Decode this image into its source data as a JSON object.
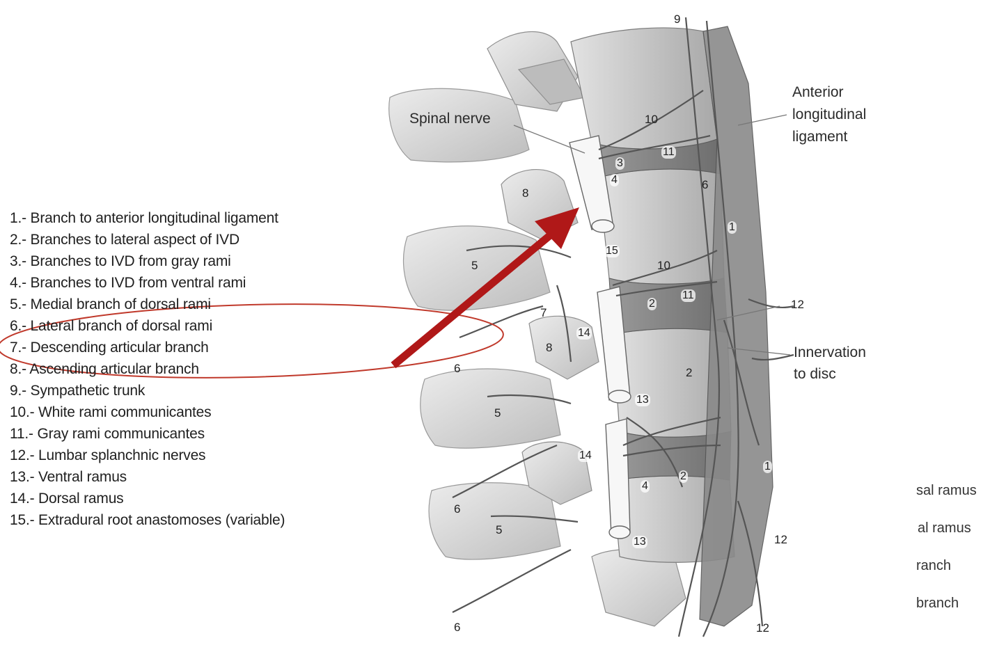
{
  "legend": [
    "1.- Branch to anterior longitudinal ligament",
    "2.- Branches to lateral aspect of IVD",
    "3.- Branches to IVD from gray rami",
    "4.- Branches to IVD from ventral rami",
    "5.- Medial branch of dorsal rami",
    "6.- Lateral branch of dorsal rami",
    "7.- Descending articular branch",
    "8.- Ascending articular branch",
    "9.- Sympathetic trunk",
    "10.- White rami communicantes",
    "11.- Gray rami communicantes",
    "12.- Lumbar splanchnic nerves",
    "13.- Ventral ramus",
    "14.- Dorsal ramus",
    "15.- Extradural root anastomoses (variable)"
  ],
  "labels": {
    "spinal_nerve": "Spinal nerve",
    "anterior_ligament": [
      "Anterior",
      "longitudinal",
      "ligament"
    ],
    "innervation": [
      "Innervation",
      "to disc"
    ]
  },
  "numbers": {
    "n9": "9",
    "n10a": "10",
    "n11a": "11",
    "n3": "3",
    "n4a": "4",
    "n6a": "6",
    "n8a": "8",
    "n1a": "1",
    "n5a": "5",
    "n15": "15",
    "n10b": "10",
    "n11b": "11",
    "n2a": "2",
    "n12a": "12",
    "n7": "7",
    "n14a": "14",
    "n8b": "8",
    "n6b": "6",
    "n2b": "2",
    "n13a": "13",
    "n5b": "5",
    "n14b": "14",
    "n4b": "4",
    "n2c": "2",
    "n1b": "1",
    "n6c": "6",
    "n5c": "5",
    "n13b": "13",
    "n12b": "12",
    "n6d": "6",
    "n12c": "12"
  },
  "cut_text": [
    "sal ramus",
    "al ramus",
    "ranch",
    "branch"
  ],
  "colors": {
    "highlight": "#c0392b",
    "arrow": "#b01818",
    "bone": "#dcdcdc",
    "nerve": "#f4f4f4",
    "outline": "#555555"
  }
}
